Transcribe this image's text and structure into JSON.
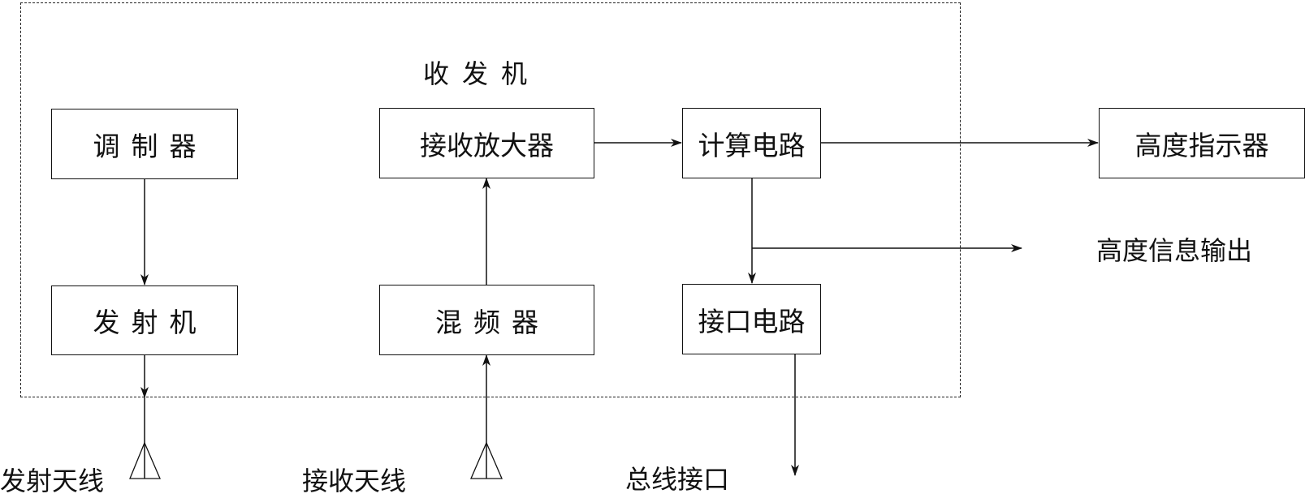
{
  "diagram": {
    "group_label": "收发机",
    "blocks": {
      "modulator": "调制器",
      "transmitter": "发射机",
      "receive_amplifier": "接收放大器",
      "mixer": "混频器",
      "compute_circuit": "计算电路",
      "interface_circuit": "接口电路",
      "altitude_indicator": "高度指示器"
    },
    "labels": {
      "transmit_antenna": "发射天线",
      "receive_antenna": "接收天线",
      "bus_interface": "总线接口",
      "altitude_output": "高度信息输出"
    },
    "connections": [
      {
        "from": "modulator",
        "to": "transmitter"
      },
      {
        "from": "transmitter",
        "to": "transmit_antenna"
      },
      {
        "from": "receive_antenna",
        "to": "mixer"
      },
      {
        "from": "mixer",
        "to": "receive_amplifier"
      },
      {
        "from": "receive_amplifier",
        "to": "compute_circuit"
      },
      {
        "from": "compute_circuit",
        "to": "altitude_indicator"
      },
      {
        "from": "compute_circuit",
        "to": "interface_circuit"
      },
      {
        "from": "compute_circuit",
        "to": "altitude_output"
      },
      {
        "from": "interface_circuit",
        "to": "bus_interface"
      }
    ]
  }
}
